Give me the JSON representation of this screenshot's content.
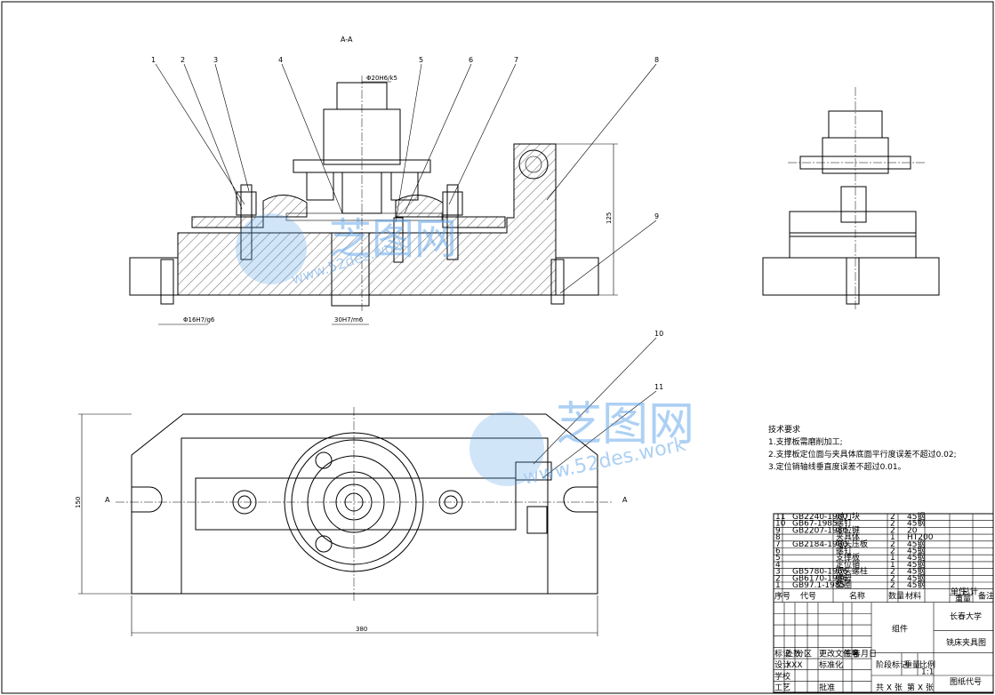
{
  "section_title": "A-A",
  "dims": {
    "d_top": "Φ20H6/k5",
    "d_pin": "Φ16H7/g6",
    "key_fit": "30H7/m6",
    "height_side": "125",
    "width_plan": "150",
    "length_plan": "380"
  },
  "section_marks": [
    "A",
    "A"
  ],
  "balloons": [
    "1",
    "2",
    "3",
    "4",
    "5",
    "6",
    "7",
    "8",
    "9",
    "10",
    "11"
  ],
  "tech_req": {
    "title": "技术要求",
    "items": [
      "1.支撑板需磨削加工;",
      "2.支撑板定位面与夹具体底面平行度误差不超过0.02;",
      "3.定位销轴线垂直度误差不超过0.01。"
    ]
  },
  "bom": {
    "rows": [
      {
        "no": "11",
        "code": "GB2240-1980",
        "name": "对刀块",
        "qty": "2",
        "mat": "45钢"
      },
      {
        "no": "10",
        "code": "GB67-1985",
        "name": "螺钉",
        "qty": "2",
        "mat": "45钢"
      },
      {
        "no": "9",
        "code": "GB2207-1980",
        "name": "定位键",
        "qty": "2",
        "mat": "20"
      },
      {
        "no": "8",
        "code": "",
        "name": "夹具体",
        "qty": "1",
        "mat": "HT200"
      },
      {
        "no": "7",
        "code": "GB2184-1980",
        "name": "弯头压板",
        "qty": "2",
        "mat": "45钢"
      },
      {
        "no": "6",
        "code": "",
        "name": "螺钉",
        "qty": "2",
        "mat": "45钢"
      },
      {
        "no": "5",
        "code": "",
        "name": "支撑板",
        "qty": "1",
        "mat": "45钢"
      },
      {
        "no": "4",
        "code": "",
        "name": "定位销",
        "qty": "1",
        "mat": "45钢"
      },
      {
        "no": "3",
        "code": "GB5780-1986",
        "name": "双头螺柱",
        "qty": "2",
        "mat": "45钢"
      },
      {
        "no": "2",
        "code": "GB6170-1986",
        "name": "螺母",
        "qty": "2",
        "mat": "45钢"
      },
      {
        "no": "1",
        "code": "GB97.1-1985",
        "name": "垫圈",
        "qty": "2",
        "mat": "45钢"
      }
    ],
    "header": {
      "seq": "序号",
      "code": "代号",
      "name": "名称",
      "qty": "数量",
      "mat": "材料",
      "w1": "单件",
      "w2": "总计",
      "weight": "重量",
      "note": "备注"
    }
  },
  "title_block": {
    "assembly": "组件",
    "school": "长春大学",
    "drawing": "铣床夹具图",
    "mark": "标记",
    "qty_col": "处数",
    "zone": "分区",
    "change_no": "更改文件号",
    "sign": "签名",
    "date": "年月日",
    "design": "设计",
    "design_name": "XXX",
    "std": "标准化",
    "stage": "阶段标记",
    "weight": "重量",
    "scale_lbl": "比例",
    "scale": "1:1",
    "process": "工艺",
    "approve": "批准",
    "craft": "学校",
    "sheet_a": "共 X 张",
    "sheet_b": "第 X 张",
    "code_lbl": "图纸代号"
  },
  "watermark": {
    "brand": "芝图网",
    "url": "www.52des.work"
  }
}
